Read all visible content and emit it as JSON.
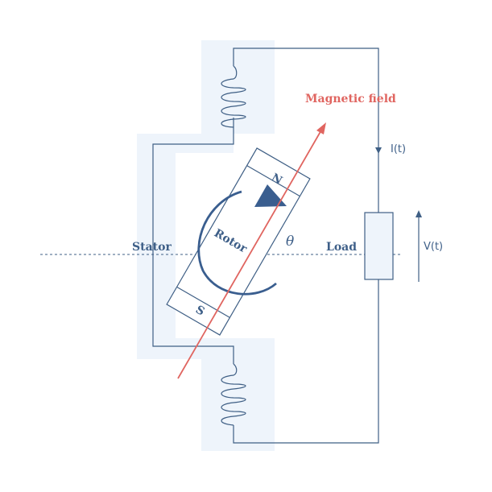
{
  "labels": {
    "magnetic_field": "Magnetic field",
    "stator": "Stator",
    "rotor": "Rotor",
    "north": "N",
    "south": "S",
    "angle": "θ",
    "load": "Load",
    "current": "I(t)",
    "voltage": "V(t)"
  },
  "colors": {
    "stator_fill": "#eef4fb",
    "line": "#3f5f85",
    "text": "#3e5f88",
    "field_arrow": "#e06560",
    "rotation_arrow": "#3a5e8f"
  }
}
